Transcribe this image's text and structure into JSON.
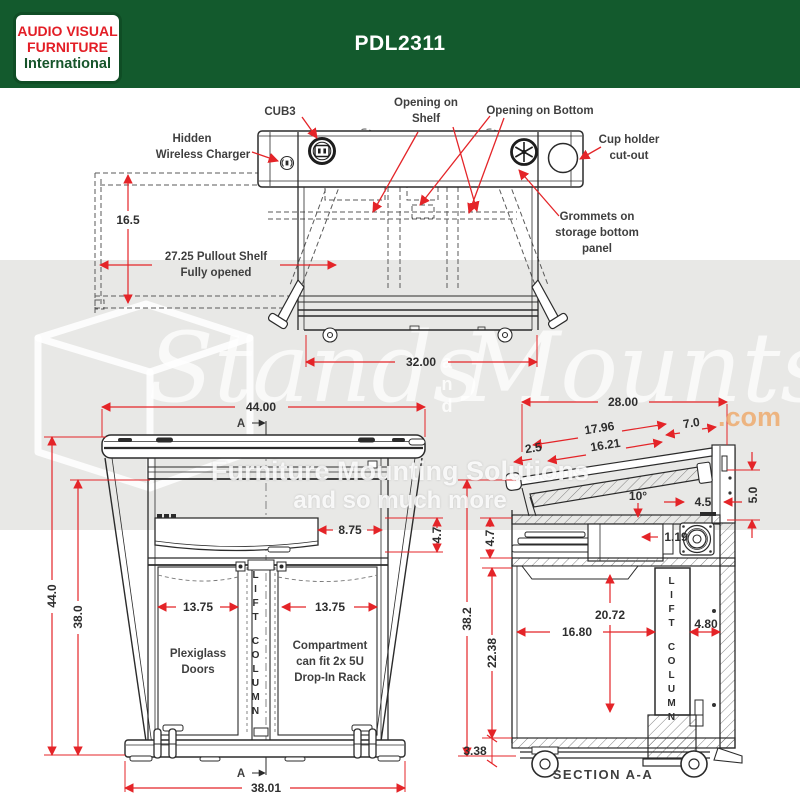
{
  "header": {
    "logo": [
      "AUDIO VISUAL",
      "FURNITURE",
      "International"
    ],
    "title": "PDL2311"
  },
  "colors": {
    "header_green": "#135a2d",
    "logo_red": "#e31e26",
    "dim_red": "#e42428",
    "line_black": "#2b2b2b",
    "band_gray": "#e8e8e6"
  },
  "watermark": {
    "script_left": "Stands",
    "script_and": "and",
    "script_right": "Mounts",
    "dotcom": ".com",
    "tagline1": "Furniture Mounting Solutions",
    "tagline2": "and so much more"
  },
  "top_view": {
    "callouts": {
      "hidden_wireless_1": "Hidden",
      "hidden_wireless_2": "Wireless Charger",
      "cub3": "CUB3",
      "opening_shelf_1": "Opening on",
      "opening_shelf_2": "Shelf",
      "opening_bottom": "Opening on Bottom",
      "cup_holder_1": "Cup holder",
      "cup_holder_2": "cut-out",
      "grommets_1": "Grommets on",
      "grommets_2": "storage bottom",
      "grommets_3": "panel"
    },
    "dims": {
      "shelf_depth": "16.5",
      "pullout_1": "27.25 Pullout Shelf",
      "pullout_2": "Fully opened",
      "base_width": "32.00"
    }
  },
  "front_view": {
    "dims": {
      "top_width": "44.00",
      "height": "44.0",
      "height2": "38.0",
      "tray_right": "8.75",
      "tray_height": "4.7",
      "door_left": "13.75",
      "door_right": "13.75",
      "base_width": "38.01"
    },
    "labels": {
      "section_a": "A",
      "doors_1": "Plexiglass",
      "doors_2": "Doors",
      "rack_1": "Compartment",
      "rack_2": "can fit 2x 5U",
      "rack_3": "Drop-In Rack",
      "lift": "LIFT",
      "column": "COLUMN"
    }
  },
  "section_view": {
    "dims": {
      "depth": "28.00",
      "slope1": "17.96",
      "slope2": "16.21",
      "edge": "2.5",
      "top_flat": "7.0",
      "angle": "10°",
      "riser": "4.5",
      "drop": "5.0",
      "tray_height": "4.7",
      "lip": "1.19",
      "overall_height": "38.2",
      "interior_height": "22.38",
      "clear_height": "20.72",
      "interior_depth": "16.80",
      "column_bay": "4.80",
      "base_height": "3.38"
    },
    "labels": {
      "lift": "LIFT",
      "column": "COLUMN",
      "caption": "SECTION A-A"
    }
  }
}
